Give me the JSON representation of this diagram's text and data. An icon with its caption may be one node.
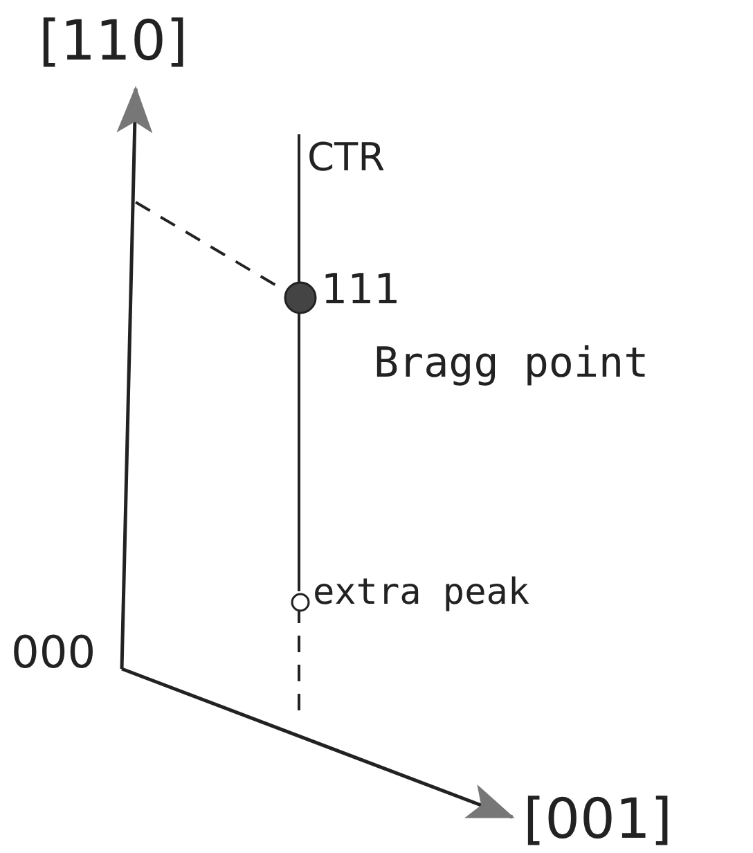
{
  "diagram": {
    "nodes": [
      {
        "text": [],
        "shape": "circle",
        "beside": [
          "111",
          "Bragg point"
        ]
      },
      {
        "text": [],
        "shape": "circle",
        "beside": [
          "extra peak"
        ]
      }
    ],
    "labels": [
      "[110]",
      "CTR",
      "000",
      "[001]"
    ]
  }
}
